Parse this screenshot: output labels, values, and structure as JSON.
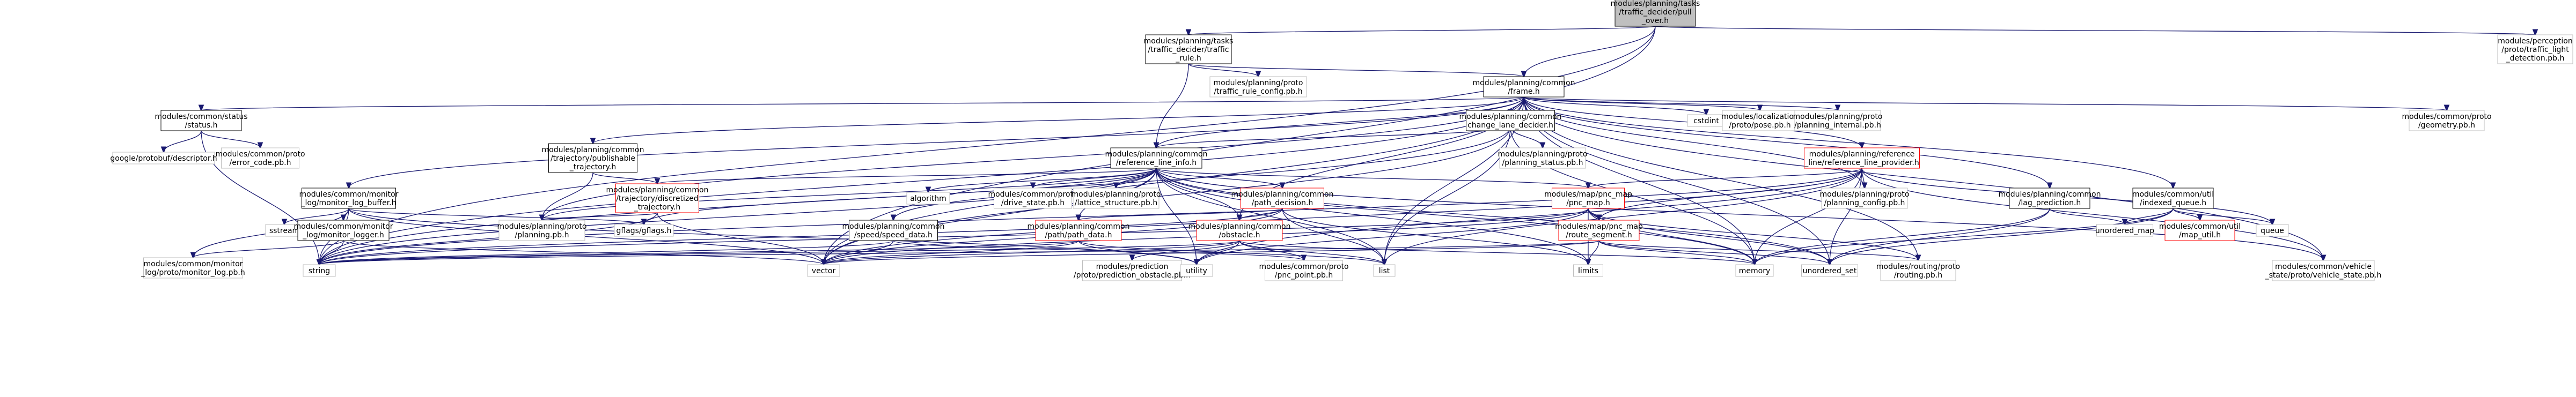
{
  "colors": {
    "edge": "#191970",
    "node_border": "#000000",
    "node_fill": "#ffffff",
    "root_fill": "#bfbfbf",
    "red_border": "#ff0000"
  },
  "graph": {
    "nodes": [
      {
        "id": "root",
        "lines": [
          "modules/planning/tasks",
          "/traffic_decider/pull",
          "_over.h"
        ],
        "style": "root"
      },
      {
        "id": "tdtr",
        "lines": [
          "modules/planning/tasks",
          "/traffic_decider/traffic",
          "_rule.h"
        ],
        "style": "normal"
      },
      {
        "id": "perc",
        "lines": [
          "modules/perception",
          "/proto/traffic_light",
          "_detection.pb.h"
        ],
        "style": "plain"
      },
      {
        "id": "frame",
        "lines": [
          "modules/planning/common",
          "/frame.h"
        ],
        "style": "normal"
      },
      {
        "id": "trcfg",
        "lines": [
          "modules/planning/proto",
          "/traffic_rule_config.pb.h"
        ],
        "style": "plain"
      },
      {
        "id": "status",
        "lines": [
          "modules/common/status",
          "/status.h"
        ],
        "style": "normal"
      },
      {
        "id": "geom",
        "lines": [
          "modules/common/proto",
          "/geometry.pb.h"
        ],
        "style": "plain"
      },
      {
        "id": "cld",
        "lines": [
          "change_lane_decider.h"
        ],
        "style": "normal",
        "prefix": "modules/planning/common"
      },
      {
        "id": "cstdint",
        "lines": [
          "cstdint"
        ],
        "style": "plain"
      },
      {
        "id": "pose",
        "lines": [
          "modules/localization",
          "/proto/pose.pb.h"
        ],
        "style": "plain"
      },
      {
        "id": "pinternal",
        "lines": [
          "modules/planning/proto",
          "/planning_internal.pb.h"
        ],
        "style": "plain"
      },
      {
        "id": "gpdesc",
        "lines": [
          "google/protobuf/descriptor.h"
        ],
        "style": "plain"
      },
      {
        "id": "errcode",
        "lines": [
          "modules/common/proto",
          "/error_code.pb.h"
        ],
        "style": "plain"
      },
      {
        "id": "pubtraj",
        "lines": [
          "modules/planning/common",
          "/trajectory/publishable",
          "_trajectory.h"
        ],
        "style": "normal"
      },
      {
        "id": "rli",
        "lines": [
          "modules/planning/common",
          "/reference_line_info.h"
        ],
        "style": "normal"
      },
      {
        "id": "pstatus",
        "lines": [
          "modules/planning/proto",
          "/planning_status.pb.h"
        ],
        "style": "plain"
      },
      {
        "id": "rlp",
        "lines": [
          "modules/planning/reference",
          "_line/reference_line_provider.h"
        ],
        "style": "red"
      },
      {
        "id": "discr",
        "lines": [
          "modules/planning/common",
          "/trajectory/discretized",
          "_trajectory.h"
        ],
        "style": "red"
      },
      {
        "id": "algorithm",
        "lines": [
          "algorithm"
        ],
        "style": "plain"
      },
      {
        "id": "drive",
        "lines": [
          "modules/common/proto",
          "/drive_state.pb.h"
        ],
        "style": "plain"
      },
      {
        "id": "lattice",
        "lines": [
          "modules/planning/proto",
          "/lattice_structure.pb.h"
        ],
        "style": "plain"
      },
      {
        "id": "pathdec",
        "lines": [
          "modules/planning/common",
          "/path_decision.h"
        ],
        "style": "red"
      },
      {
        "id": "monlog",
        "lines": [
          "modules/common/monitor",
          "_log/monitor_log_buffer.h"
        ],
        "style": "normal"
      },
      {
        "id": "pmap",
        "lines": [
          "modules/map/pnc_map",
          "/pnc_map.h"
        ],
        "style": "red"
      },
      {
        "id": "pcfg",
        "lines": [
          "modules/planning/proto",
          "/planning_config.pb.h"
        ],
        "style": "plain"
      },
      {
        "id": "lagpred",
        "lines": [
          "modules/planning/common",
          "/lag_prediction.h"
        ],
        "style": "normal"
      },
      {
        "id": "indexq",
        "lines": [
          "modules/common/util",
          "/indexed_queue.h"
        ],
        "style": "normal"
      },
      {
        "id": "sstream",
        "lines": [
          "sstream"
        ],
        "style": "plain"
      },
      {
        "id": "monlogger",
        "lines": [
          "modules/common/monitor",
          "_log/monitor_logger.h"
        ],
        "style": "normal"
      },
      {
        "id": "planpb",
        "lines": [
          "modules/planning/proto",
          "/planning.pb.h"
        ],
        "style": "plain"
      },
      {
        "id": "gflags",
        "lines": [
          "gflags/gflags.h"
        ],
        "style": "plain"
      },
      {
        "id": "speed",
        "lines": [
          "modules/planning/common",
          "/speed/speed_data.h"
        ],
        "style": "normal"
      },
      {
        "id": "pathdata",
        "lines": [
          "modules/planning/common",
          "/path/path_data.h"
        ],
        "style": "red"
      },
      {
        "id": "obstacle",
        "lines": [
          "modules/planning/common",
          "/obstacle.h"
        ],
        "style": "red"
      },
      {
        "id": "routeseg",
        "lines": [
          "modules/map/pnc_map",
          "/route_segment.h"
        ],
        "style": "red"
      },
      {
        "id": "umap",
        "lines": [
          "unordered_map"
        ],
        "style": "plain"
      },
      {
        "id": "maputil",
        "lines": [
          "modules/common/util",
          "/map_util.h"
        ],
        "style": "red"
      },
      {
        "id": "queue",
        "lines": [
          "queue"
        ],
        "style": "plain"
      },
      {
        "id": "monlogpb",
        "lines": [
          "modules/common/monitor",
          "_log/proto/monitor_log.pb.h"
        ],
        "style": "plain"
      },
      {
        "id": "string",
        "lines": [
          "string"
        ],
        "style": "plain"
      },
      {
        "id": "vector",
        "lines": [
          "vector"
        ],
        "style": "plain"
      },
      {
        "id": "predobs",
        "lines": [
          "modules/prediction",
          "/proto/prediction_obstacle.pb.h"
        ],
        "style": "plain"
      },
      {
        "id": "utility",
        "lines": [
          "utility"
        ],
        "style": "plain"
      },
      {
        "id": "pncpt",
        "lines": [
          "modules/common/proto",
          "/pnc_point.pb.h"
        ],
        "style": "plain"
      },
      {
        "id": "list",
        "lines": [
          "list"
        ],
        "style": "plain"
      },
      {
        "id": "limits",
        "lines": [
          "limits"
        ],
        "style": "plain"
      },
      {
        "id": "memory",
        "lines": [
          "memory"
        ],
        "style": "plain"
      },
      {
        "id": "uset",
        "lines": [
          "unordered_set"
        ],
        "style": "plain"
      },
      {
        "id": "routing",
        "lines": [
          "modules/routing/proto",
          "/routing.pb.h"
        ],
        "style": "plain"
      },
      {
        "id": "vstate",
        "lines": [
          "modules/common/vehicle",
          "_state/proto/vehicle_state.pb.h"
        ],
        "style": "plain"
      }
    ]
  }
}
